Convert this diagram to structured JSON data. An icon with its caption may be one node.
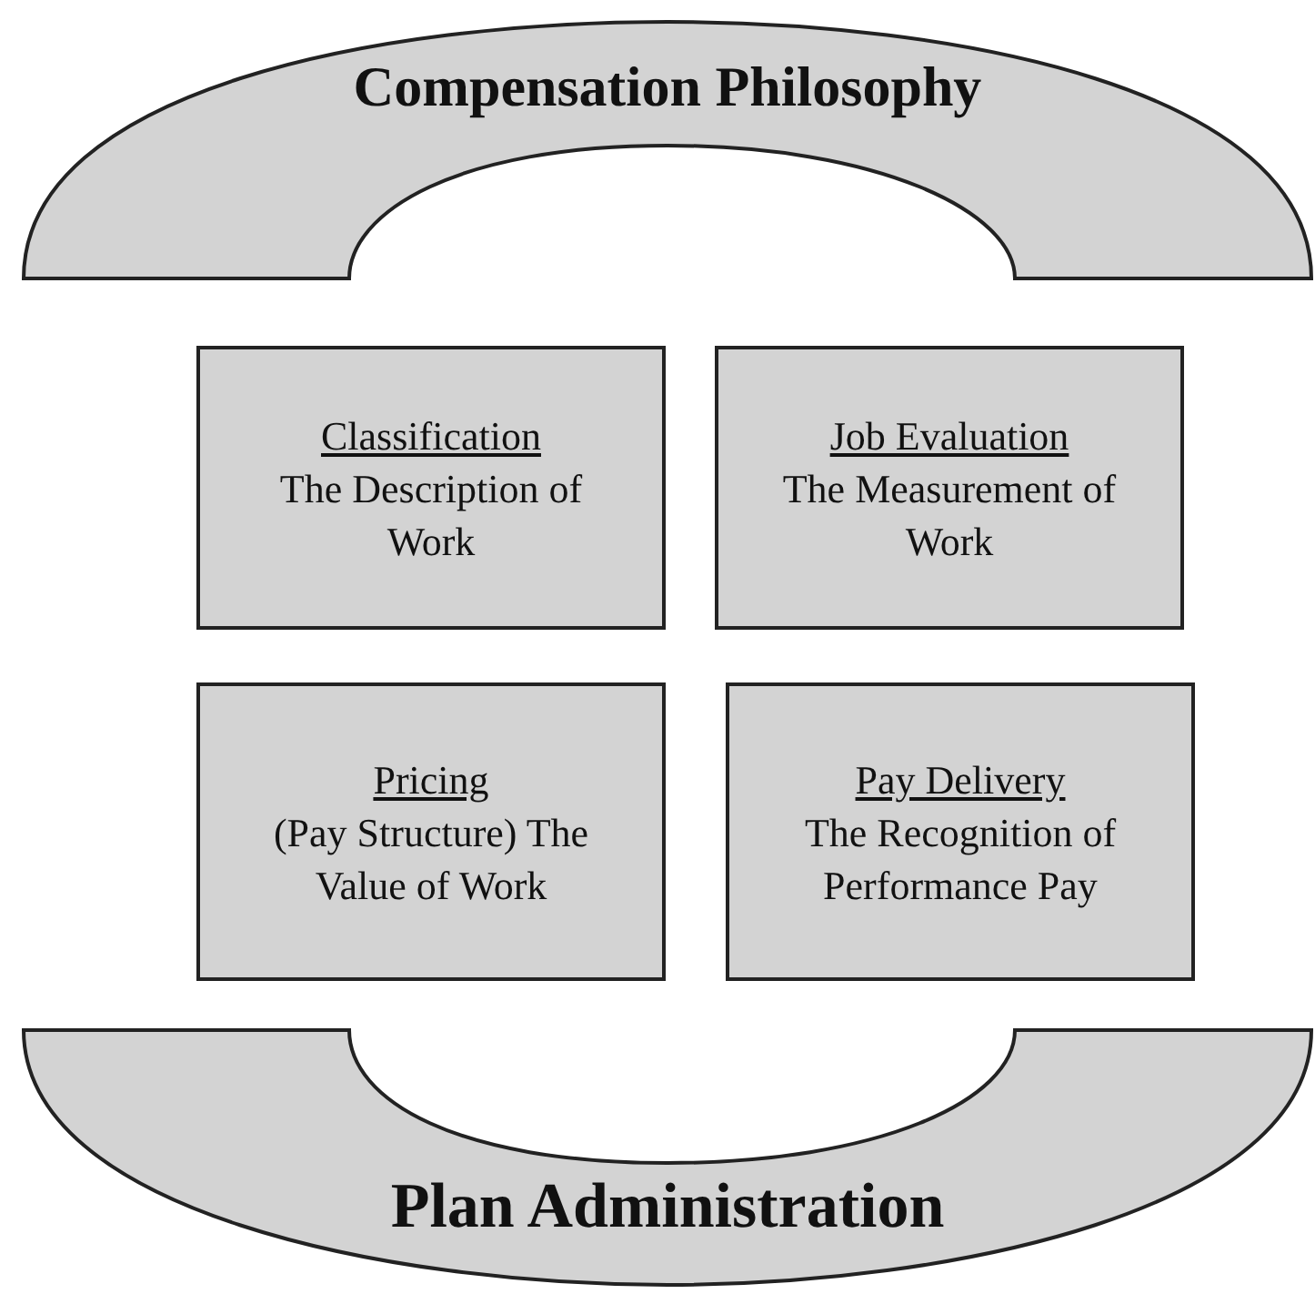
{
  "diagram": {
    "nodes": [
      {
        "text": [
          "Compensation Philosophy"
        ]
      },
      {
        "text": [
          "Classification",
          "The Description of Work"
        ]
      },
      {
        "text": [
          "Job Evaluation",
          "The Measurement of Work"
        ]
      },
      {
        "text": [
          "Pricing",
          "(Pay Structure) The Value of Work"
        ]
      },
      {
        "text": [
          "Pay Delivery",
          "The Recognition of Performance Pay"
        ]
      },
      {
        "text": [
          "Plan Administration"
        ]
      }
    ],
    "edges": []
  }
}
